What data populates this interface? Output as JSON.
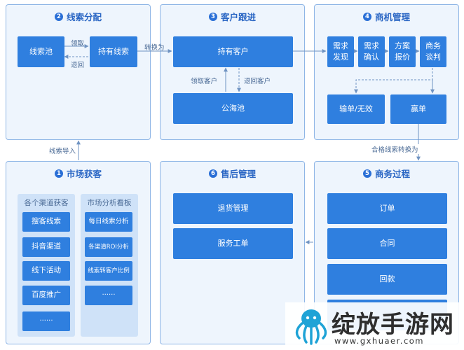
{
  "colors": {
    "panel_border": "#8fb6e6",
    "panel_bg": "#eef5fd",
    "box": "#2f7fdf",
    "title": "#2a66c4"
  },
  "panels": {
    "clue": {
      "num": "2",
      "title": "线索分配"
    },
    "customer": {
      "num": "3",
      "title": "客户跟进"
    },
    "opportunity": {
      "num": "4",
      "title": "商机管理"
    },
    "market": {
      "num": "1",
      "title": "市场获客"
    },
    "after_sales": {
      "num": "6",
      "title": "售后管理"
    },
    "business": {
      "num": "5",
      "title": "商务过程"
    }
  },
  "clue": {
    "pool": "线索池",
    "held": "持有线索",
    "claim": "领取",
    "return": "退回"
  },
  "customer": {
    "held": "持有客户",
    "sea": "公海池",
    "claim": "领取客户",
    "return": "退回客户"
  },
  "opportunity": {
    "steps": [
      "需求\n发现",
      "需求\n确认",
      "方案\n报价",
      "商务\n谈判"
    ],
    "lose": "输单/无效",
    "win": "赢单"
  },
  "market": {
    "channels_title": "各个渠道获客",
    "channels": [
      "搜客线索",
      "抖音渠道",
      "线下活动",
      "百度推广",
      "······"
    ],
    "analysis_title": "市场分析看板",
    "analysis": [
      "每日线索分析",
      "各渠道ROI分析",
      "线索转客户比例",
      "······"
    ]
  },
  "after_sales": {
    "items": [
      "退货管理",
      "服务工单"
    ]
  },
  "business": {
    "items": [
      "订单",
      "合同",
      "回款"
    ]
  },
  "connectors": {
    "convert": "转换为",
    "import": "线索导入",
    "qualified": "合格线索转换为"
  },
  "watermark": {
    "brand": "绽放手游网",
    "url": "www.gxhuaer.com",
    "logo": "octopus-logo"
  }
}
